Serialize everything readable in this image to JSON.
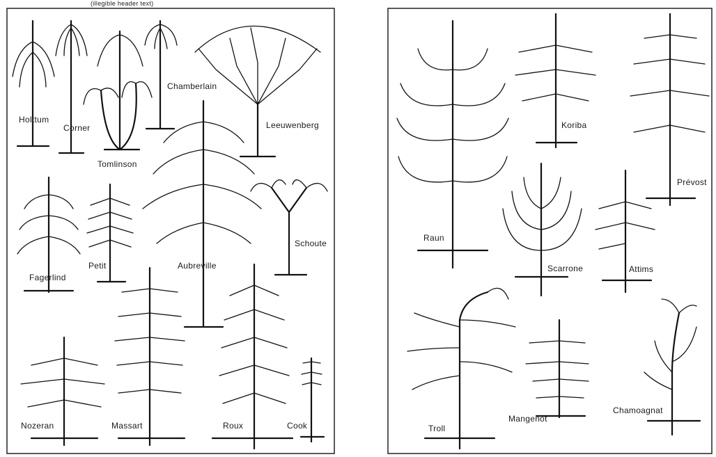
{
  "header_scribble": "(illegible header text)",
  "left_panel": {
    "labels": [
      "Holttum",
      "Corner",
      "Tomlinson",
      "Chamberlain",
      "Leeuwenberg",
      "Fagerlind",
      "Petit",
      "Aubreville",
      "Schoute",
      "Nozeran",
      "Massart",
      "Roux",
      "Cook"
    ]
  },
  "right_panel": {
    "labels": [
      "Raun",
      "Koriba",
      "Prévost",
      "Scarrone",
      "Attims",
      "Troll",
      "Mangenot",
      "Chamoagnat"
    ]
  },
  "colors": {
    "ink": "#111111",
    "paper": "#ffffff"
  }
}
